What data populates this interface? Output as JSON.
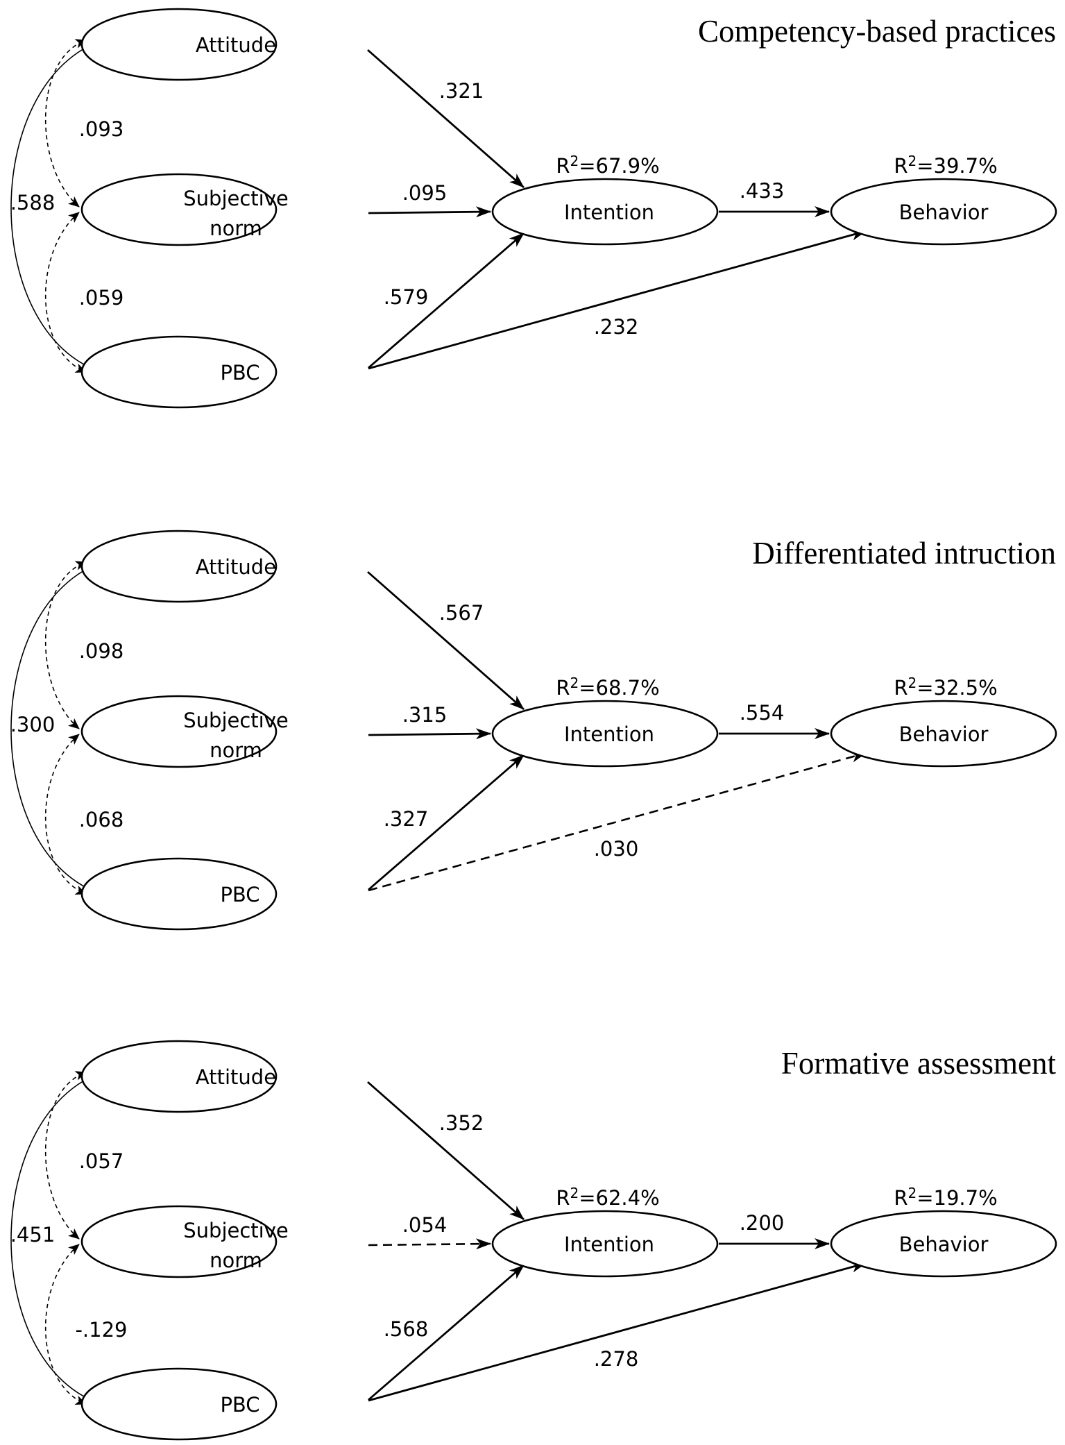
{
  "nodes": {
    "attitude": "Attitude",
    "subjective_norm_line1": "Subjective",
    "subjective_norm_line2": "norm",
    "pbc": "PBC",
    "intention": "Intention",
    "behavior": "Behavior"
  },
  "r2_prefix": "R",
  "r2_sup": "2",
  "panels": [
    {
      "title": "Competency-based practices",
      "intention_r2": "=67.9%",
      "behavior_r2": "=39.7%",
      "paths": {
        "attitude_intention": {
          "value": ".321",
          "style": "solid"
        },
        "sn_intention": {
          "value": ".095",
          "style": "solid"
        },
        "pbc_intention": {
          "value": ".579",
          "style": "solid"
        },
        "intention_behavior": {
          "value": ".433",
          "style": "solid"
        },
        "pbc_behavior": {
          "value": ".232",
          "style": "solid"
        }
      },
      "correlations": {
        "attitude_sn": {
          "value": ".093",
          "style": "dashed"
        },
        "sn_pbc": {
          "value": ".059",
          "style": "dashed"
        },
        "attitude_pbc": {
          "value": ".588",
          "style": "solid"
        }
      }
    },
    {
      "title": "Differentiated intruction",
      "intention_r2": "=68.7%",
      "behavior_r2": "=32.5%",
      "paths": {
        "attitude_intention": {
          "value": ".567",
          "style": "solid"
        },
        "sn_intention": {
          "value": ".315",
          "style": "solid"
        },
        "pbc_intention": {
          "value": ".327",
          "style": "solid"
        },
        "intention_behavior": {
          "value": ".554",
          "style": "solid"
        },
        "pbc_behavior": {
          "value": ".030",
          "style": "dashed"
        }
      },
      "correlations": {
        "attitude_sn": {
          "value": ".098",
          "style": "dashed"
        },
        "sn_pbc": {
          "value": ".068",
          "style": "dashed"
        },
        "attitude_pbc": {
          "value": ".300",
          "style": "solid"
        }
      }
    },
    {
      "title": "Formative assessment",
      "intention_r2": "=62.4%",
      "behavior_r2": "=19.7%",
      "paths": {
        "attitude_intention": {
          "value": ".352",
          "style": "solid"
        },
        "sn_intention": {
          "value": ".054",
          "style": "dashed"
        },
        "pbc_intention": {
          "value": ".568",
          "style": "solid"
        },
        "intention_behavior": {
          "value": ".200",
          "style": "solid"
        },
        "pbc_behavior": {
          "value": ".278",
          "style": "solid"
        }
      },
      "correlations": {
        "attitude_sn": {
          "value": ".057",
          "style": "dashed"
        },
        "sn_pbc": {
          "value": "-.129",
          "style": "dashed"
        },
        "attitude_pbc": {
          "value": ".451",
          "style": "solid"
        }
      }
    }
  ]
}
